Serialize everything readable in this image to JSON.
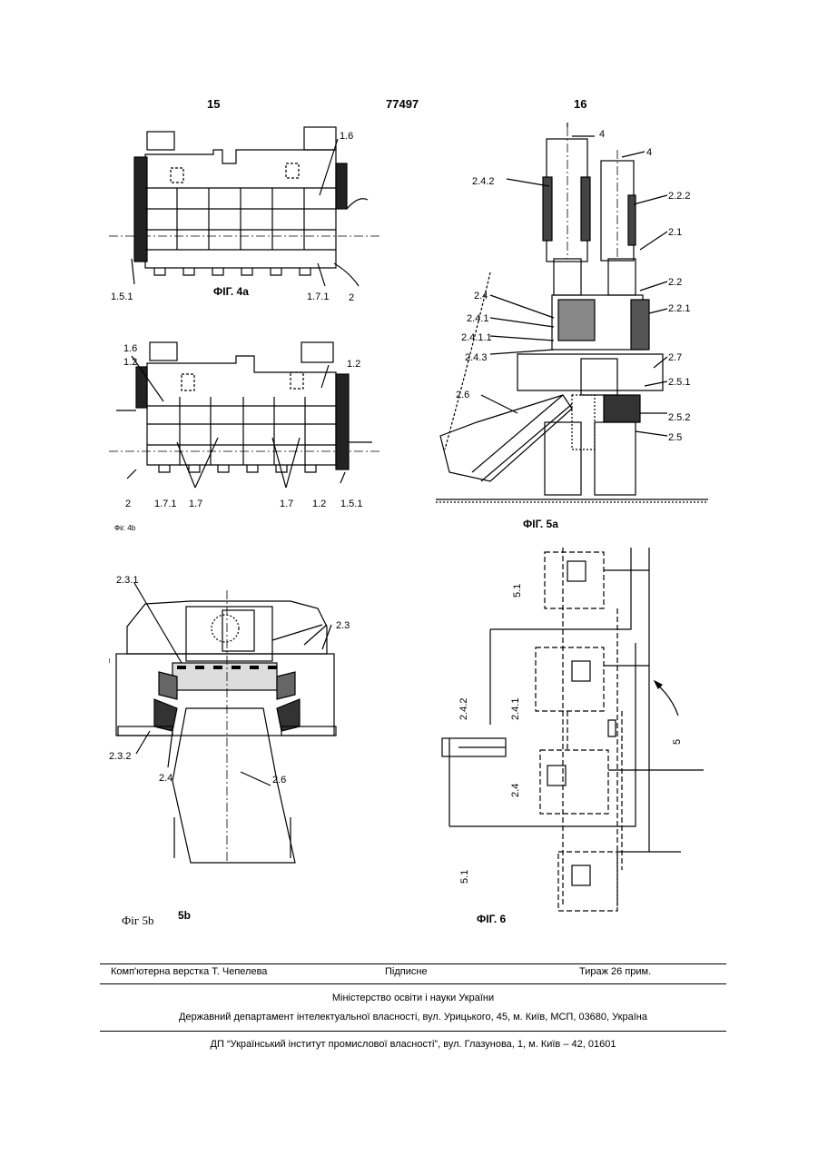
{
  "header": {
    "page_left": "15",
    "patent_number": "77497",
    "page_right": "16"
  },
  "fig4a": {
    "caption": "ФІГ. 4а",
    "labels": {
      "l16": "1.6",
      "l151": "1.5.1",
      "l171": "1.7.1",
      "l2": "2"
    }
  },
  "fig4b": {
    "caption": "Фіг. 4b",
    "labels": {
      "l16": "1.6",
      "l12a": "1.2",
      "l12b": "1.2",
      "l12c": "1.2",
      "l2": "2",
      "l171": "1.7.1",
      "l17a": "1.7",
      "l17b": "1.7",
      "l151": "1.5.1"
    }
  },
  "fig5a": {
    "caption": "ФІГ. 5а",
    "labels": {
      "l4a": "4",
      "l4b": "4",
      "l242": "2.4.2",
      "l222": "2.2.2",
      "l21": "2.1",
      "l22": "2.2",
      "l24": "2.4",
      "l221": "2.2.1",
      "l241": "2.4.1",
      "l2411": "2.4.1.1",
      "l243": "2.4.3",
      "l27": "2.7",
      "l251": "2.5.1",
      "l26": "2.6",
      "l252": "2.5.2",
      "l25": "2.5"
    }
  },
  "fig5b": {
    "caption_a": "Фіг 5b",
    "caption_b": "5b",
    "labels": {
      "l231": "2.3.1",
      "l23": "2.3",
      "l232": "2.3.2",
      "l24": "2.4",
      "l26": "2.6"
    }
  },
  "fig6": {
    "caption": "ФІГ. 6",
    "labels": {
      "l51a": "5.1",
      "l242": "2.4.2",
      "l241": "2.4.1",
      "l24": "2.4",
      "l5": "5",
      "l51b": "5.1"
    }
  },
  "footer": {
    "typesetting": "Комп'ютерна верстка Т. Чепелева",
    "signed": "Підписне",
    "circulation": "Тираж 26 прим.",
    "ministry": "Міністерство освіти і науки України",
    "department": "Державний департамент інтелектуальної власності, вул. Урицького, 45, м. Київ, МСП, 03680, Україна",
    "institute": "ДП “Український інститут промислової власності”, вул. Глазунова, 1, м. Київ – 42, 01601"
  }
}
